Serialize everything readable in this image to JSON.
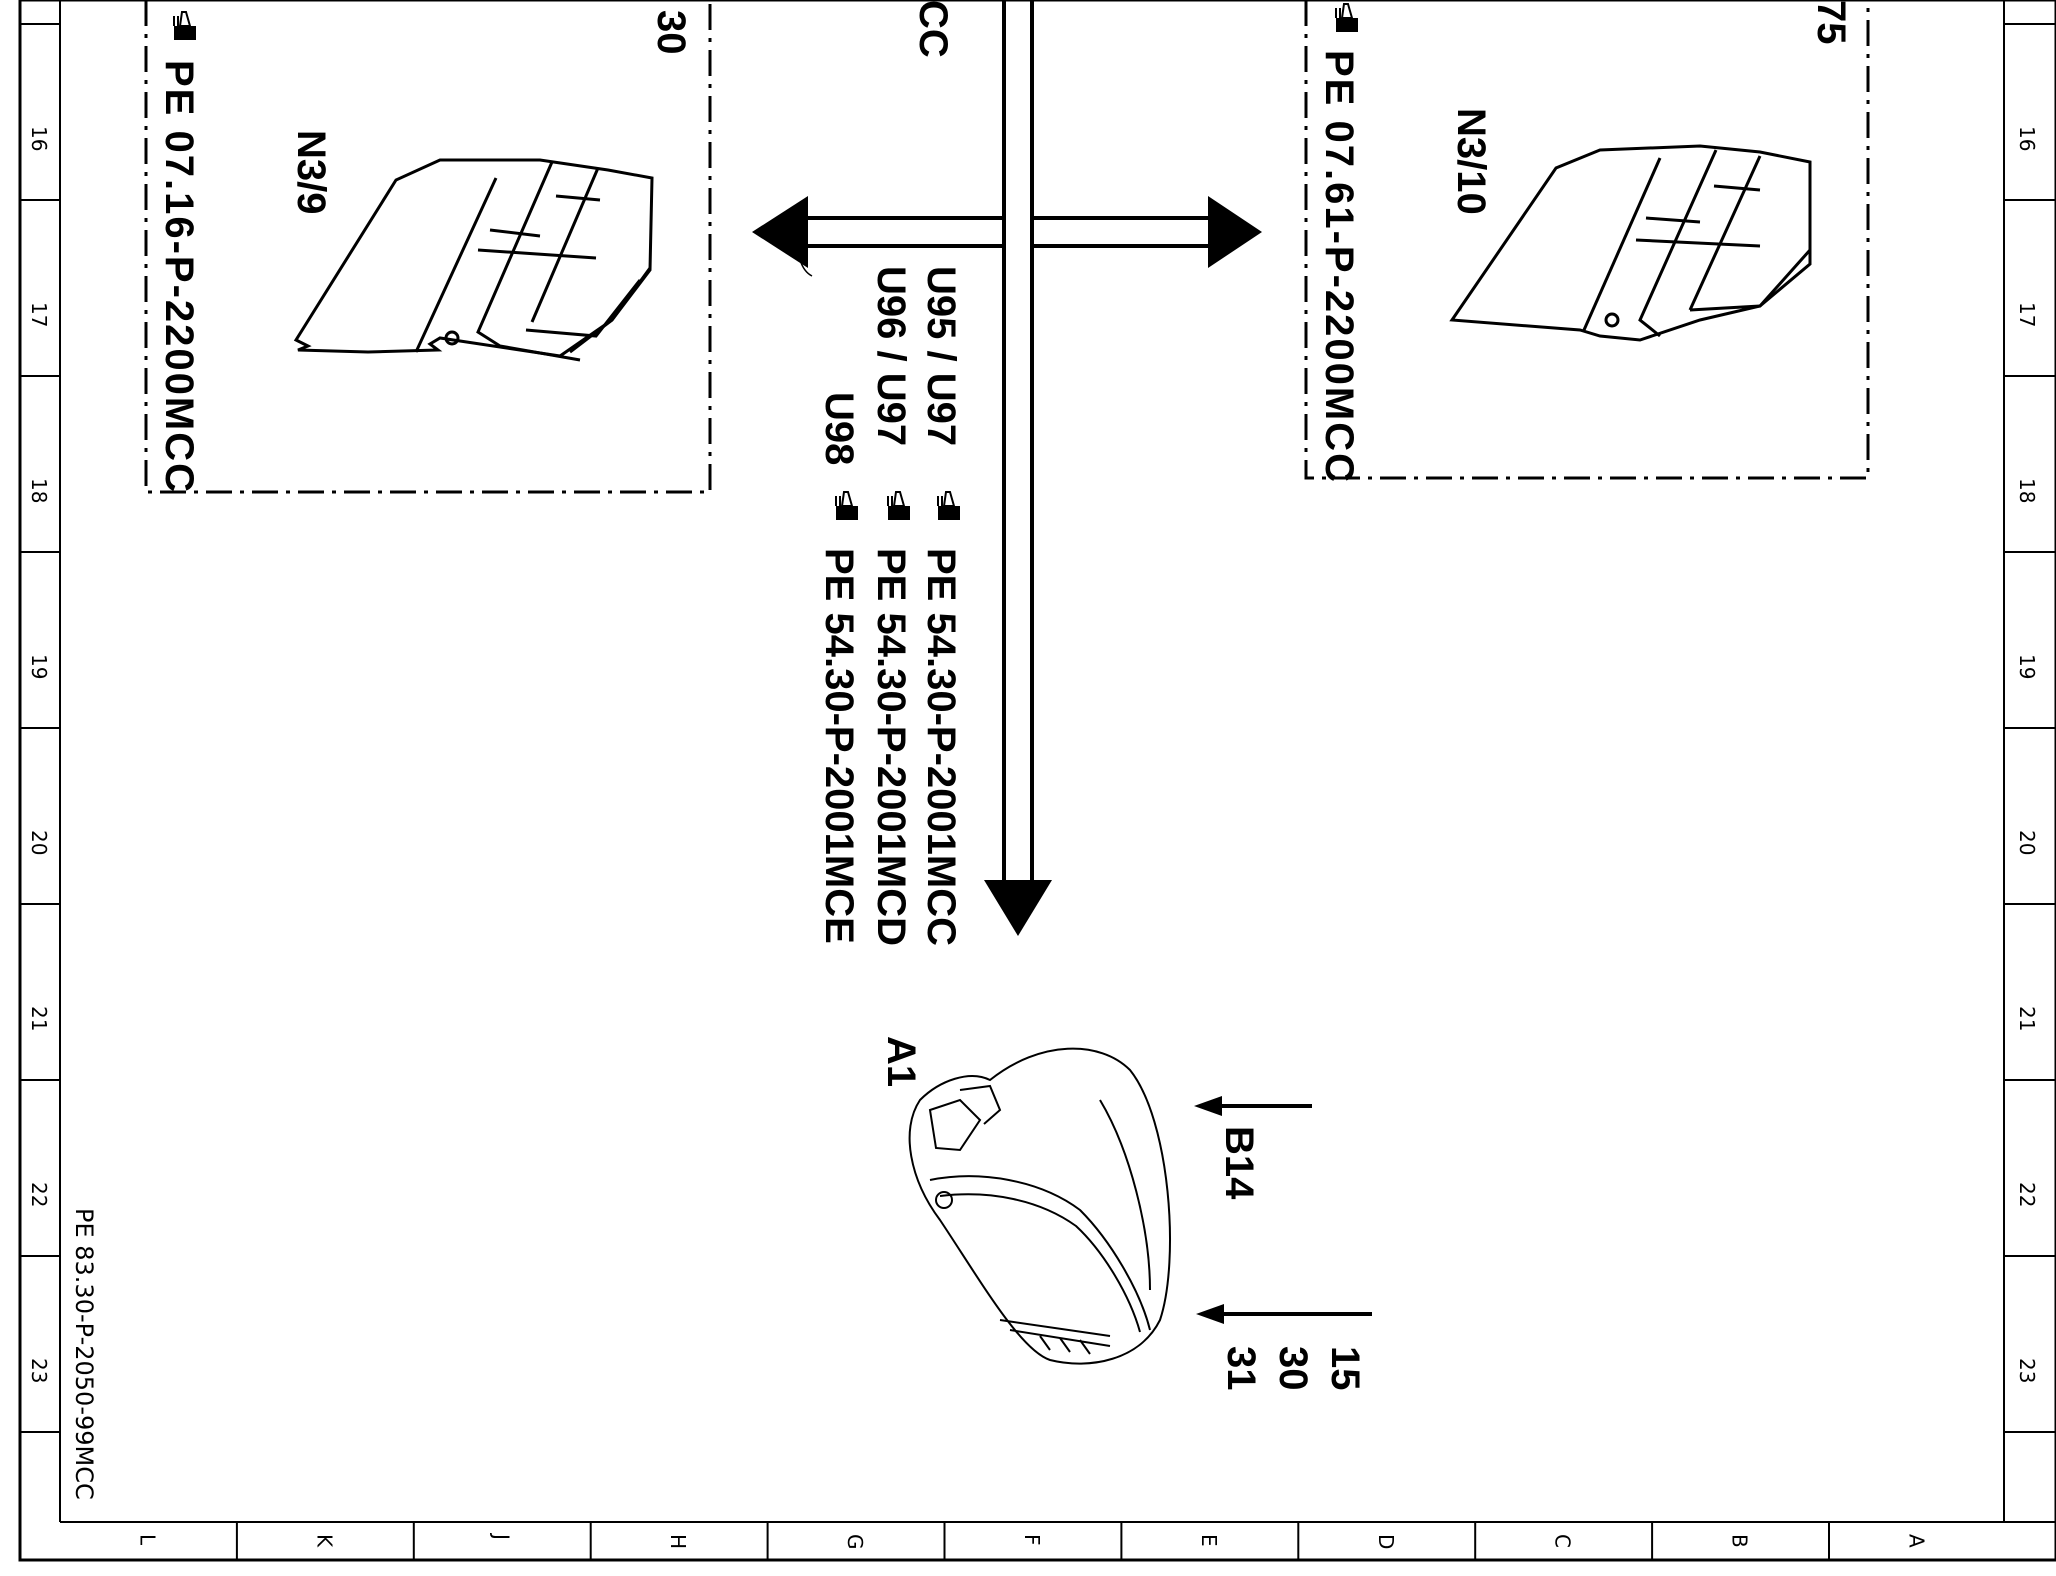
{
  "diagram": {
    "grid_rows": [
      "16",
      "17",
      "18",
      "19",
      "20",
      "21",
      "22",
      "23"
    ],
    "grid_cols": [
      "L",
      "K",
      "J",
      "H",
      "G",
      "F",
      "E",
      "D",
      "C",
      "B",
      "A"
    ],
    "document_ref": "PE 83.30-P-2050-99MCC",
    "left_box": {
      "top_number": "30",
      "component": "N3/9",
      "reference": "PE 07.16-P-2200MCC"
    },
    "right_box": {
      "top_number": "75",
      "component": "N3/10",
      "reference": "PE 07.61-P-2200MCC"
    },
    "top_fragment": "CC",
    "bus_refs": [
      {
        "label": "U95 / U97",
        "ref": "PE 54.30-P-2001MCC"
      },
      {
        "label": "U96 / U97",
        "ref": "PE 54.30-P-2001MCD"
      },
      {
        "label": "U98",
        "ref": "PE 54.30-P-2001MCE"
      }
    ],
    "cluster": {
      "component": "A1",
      "input_b14": "B14",
      "inputs": [
        "15",
        "30",
        "31"
      ]
    }
  },
  "colors": {
    "ink": "#000000",
    "paper": "#ffffff"
  },
  "icons": [
    "pointing-hand-icon"
  ]
}
